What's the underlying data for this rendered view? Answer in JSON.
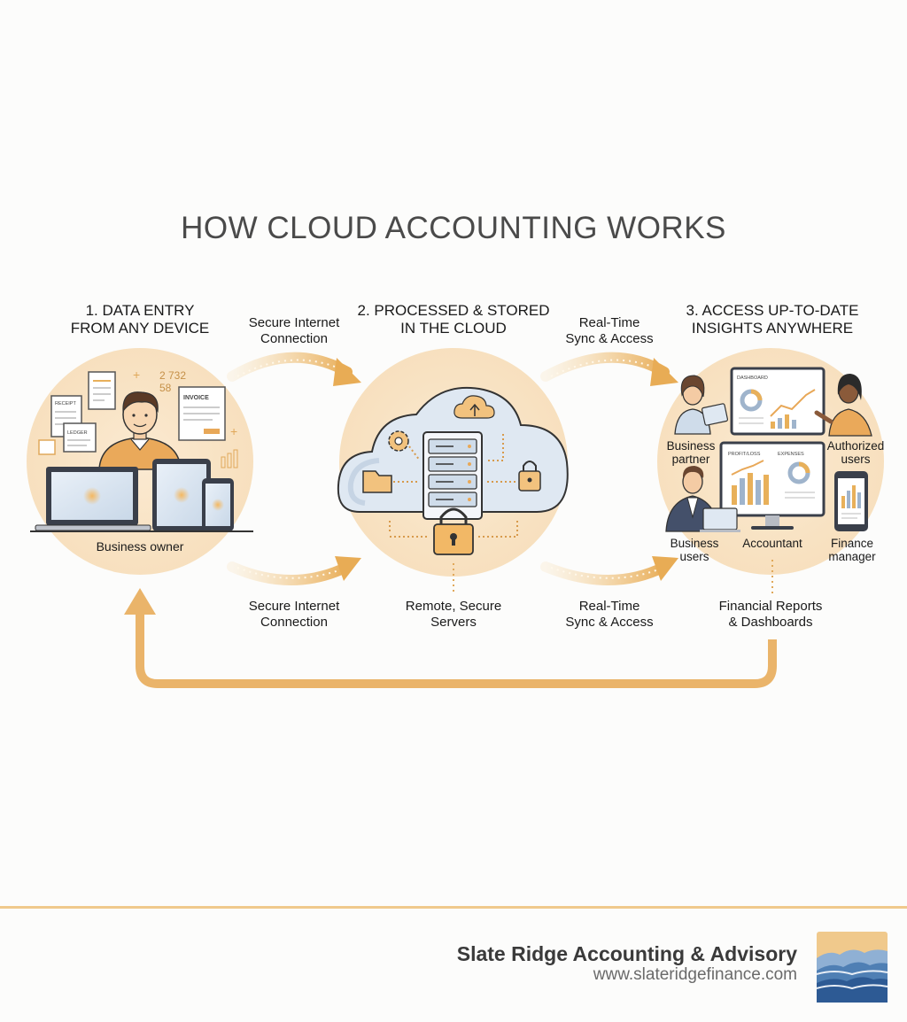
{
  "title": "HOW CLOUD ACCOUNTING WORKS",
  "steps": [
    {
      "title_line1": "1. DATA ENTRY",
      "title_line2": "FROM ANY DEVICE",
      "caption": "Business owner"
    },
    {
      "title_line1": "2. PROCESSED & STORED",
      "title_line2": "IN THE CLOUD",
      "caption_line1": "Remote, Secure",
      "caption_line2": "Servers"
    },
    {
      "title_line1": "3. ACCESS UP-TO-DATE",
      "title_line2": "INSIGHTS ANYWHERE",
      "caption_line1": "Financial Reports",
      "caption_line2": "& Dashboards"
    }
  ],
  "connectors": {
    "secure_line1": "Secure Internet",
    "secure_line2": "Connection",
    "sync_line1": "Real-Time",
    "sync_line2": "Sync & Access"
  },
  "roles": {
    "business_partner_line1": "Business",
    "business_partner_line2": "partner",
    "authorized_line1": "Authorized",
    "authorized_line2": "users",
    "business_users_line1": "Business",
    "business_users_line2": "users",
    "accountant": "Accountant",
    "finance_line1": "Finance",
    "finance_line2": "manager"
  },
  "doc_labels": {
    "receipt": "RECEIPT",
    "invoice": "INVOICE",
    "ledger": "LEDGER",
    "numbers_line1": "2 732",
    "numbers_line2": "58",
    "dashboard_top": "DASHBOARD",
    "dashboard_left": "PROFIT/LOSS",
    "dashboard_right": "EXPENSES"
  },
  "footer": {
    "company": "Slate Ridge Accounting & Advisory",
    "url": "www.slateridgefinance.com"
  },
  "colors": {
    "accent": "#e8b05a",
    "circle": "#f8e2c2",
    "cloud": "#dde6f0",
    "footer_rule": "#f0c98c"
  }
}
